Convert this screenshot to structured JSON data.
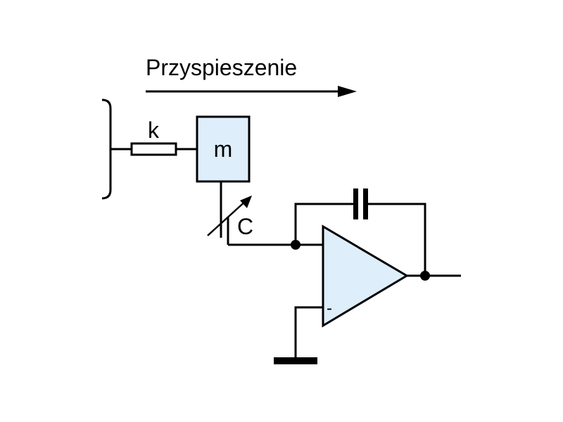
{
  "diagram": {
    "heading": "Przyspieszenie",
    "spring_label": "k",
    "mass_label": "m",
    "capacitor_label": "C",
    "minus_sign": "-"
  },
  "colors": {
    "line": "#000000",
    "fill": "#deeefa",
    "background": "#ffffff"
  }
}
